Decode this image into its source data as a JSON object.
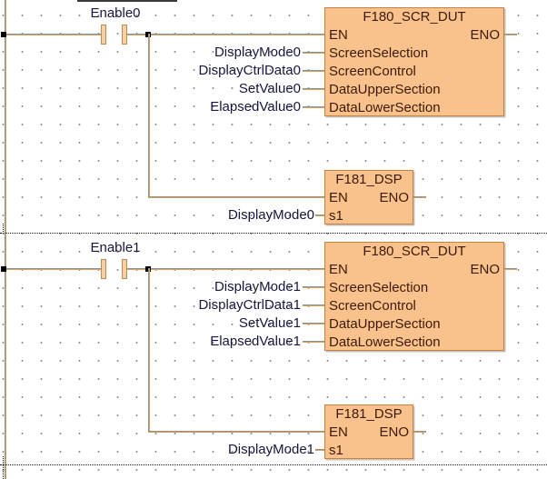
{
  "app": {
    "description": "PLC ladder / function block editor worksheet",
    "colors": {
      "block_fill": "#F9C28C",
      "block_border": "#C9823D",
      "block_text": "#3D1A05",
      "variable_text": "#16163F",
      "wire_tan": "#D2A365",
      "wire_gray": "#8F8F8F",
      "grid_dot": "#9A8F85",
      "junction": "#000000",
      "background": "#FFFFFF"
    }
  },
  "networks": [
    {
      "contact": {
        "label": "Enable0"
      },
      "main_block": {
        "title": "F180_SCR_DUT",
        "pins_left": [
          "EN",
          "ScreenSelection",
          "ScreenControl",
          "DataUpperSection",
          "DataLowerSection"
        ],
        "pins_right": [
          "ENO"
        ],
        "inputs": [
          "DisplayMode0",
          "DisplayCtrlData0",
          "SetValue0",
          "ElapsedValue0"
        ]
      },
      "sub_block": {
        "title": "F181_DSP",
        "pins_left": [
          "EN",
          "s1"
        ],
        "pins_right": [
          "ENO"
        ],
        "inputs": [
          "DisplayMode0"
        ]
      }
    },
    {
      "contact": {
        "label": "Enable1"
      },
      "main_block": {
        "title": "F180_SCR_DUT",
        "pins_left": [
          "EN",
          "ScreenSelection",
          "ScreenControl",
          "DataUpperSection",
          "DataLowerSection"
        ],
        "pins_right": [
          "ENO"
        ],
        "inputs": [
          "DisplayMode1",
          "DisplayCtrlData1",
          "SetValue1",
          "ElapsedValue1"
        ]
      },
      "sub_block": {
        "title": "F181_DSP",
        "pins_left": [
          "EN",
          "s1"
        ],
        "pins_right": [
          "ENO"
        ],
        "inputs": [
          "DisplayMode1"
        ]
      }
    }
  ]
}
